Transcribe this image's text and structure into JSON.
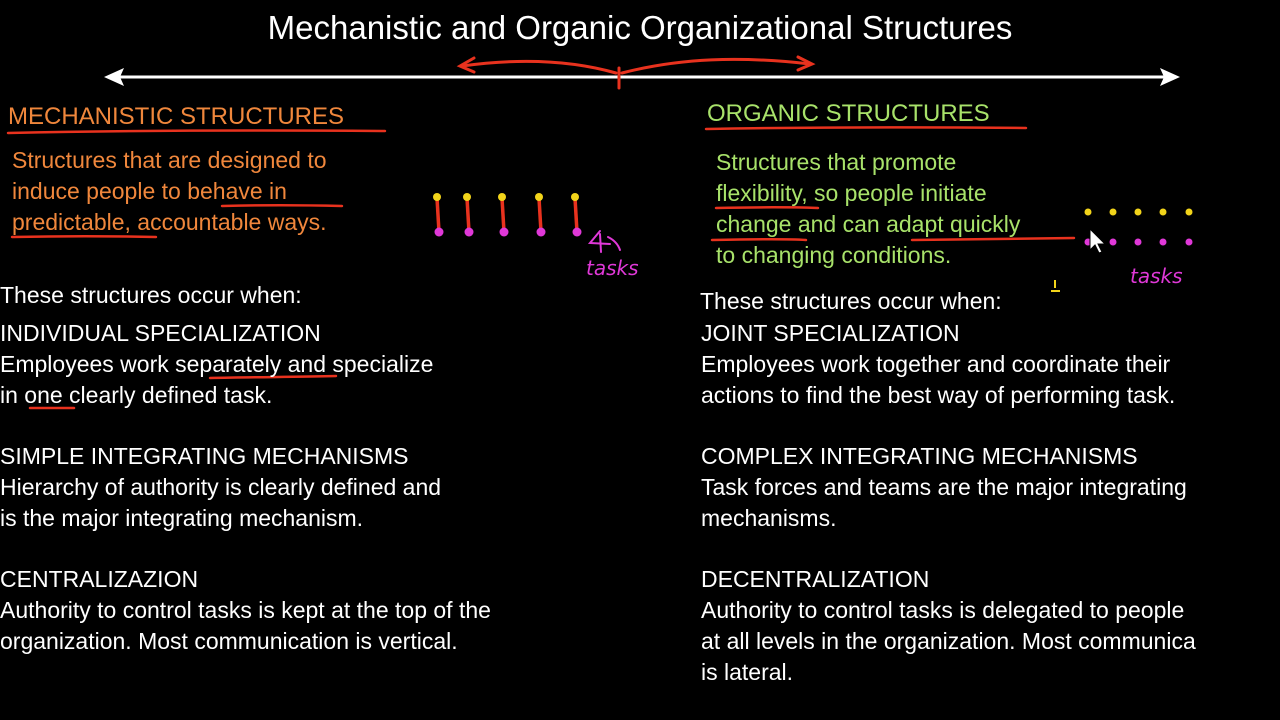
{
  "title": "Mechanistic and Organic Organizational Structures",
  "colors": {
    "background": "#000000",
    "mechanistic_text": "#f0873c",
    "organic_text": "#a8e26a",
    "annotation_red": "#e8321e",
    "annotation_magenta": "#e038d8",
    "annotation_yellow": "#f2d41a"
  },
  "mechanistic": {
    "heading": "MECHANISTIC STRUCTURES",
    "definition_lines": [
      "Structures that are designed to",
      "induce people to behave in",
      "predictable, accountable ways."
    ],
    "occur_when": "These structures occur when:",
    "sections": [
      {
        "heading": "INDIVIDUAL SPECIALIZATION",
        "lines": [
          "Employees work separately and specialize",
          "in one clearly defined task."
        ]
      },
      {
        "heading": "SIMPLE INTEGRATING MECHANISMS",
        "lines": [
          "Hierarchy of authority is clearly defined and",
          "is the major integrating mechanism."
        ]
      },
      {
        "heading": "CENTRALIZAZION",
        "lines": [
          "Authority to control tasks is kept at the top of the",
          "organization. Most communication is vertical."
        ]
      }
    ],
    "annotation_label": "tasks",
    "annotation_number": "4"
  },
  "organic": {
    "heading": "ORGANIC STRUCTURES",
    "definition_lines": [
      "Structures that promote",
      "flexibility, so people initiate",
      "change and can adapt quickly",
      "to changing conditions."
    ],
    "occur_when": "These structures occur when:",
    "sections": [
      {
        "heading": "JOINT SPECIALIZATION",
        "lines": [
          "Employees work together and coordinate their",
          "actions to find the best way of performing task."
        ]
      },
      {
        "heading": "COMPLEX INTEGRATING MECHANISMS",
        "lines": [
          "Task forces and teams are the major integrating",
          "mechanisms."
        ]
      },
      {
        "heading": "DECENTRALIZATION",
        "lines": [
          "Authority to control tasks is delegated to people",
          "at all levels in the organization. Most communica",
          "is lateral."
        ]
      }
    ],
    "annotation_label": "tasks"
  }
}
